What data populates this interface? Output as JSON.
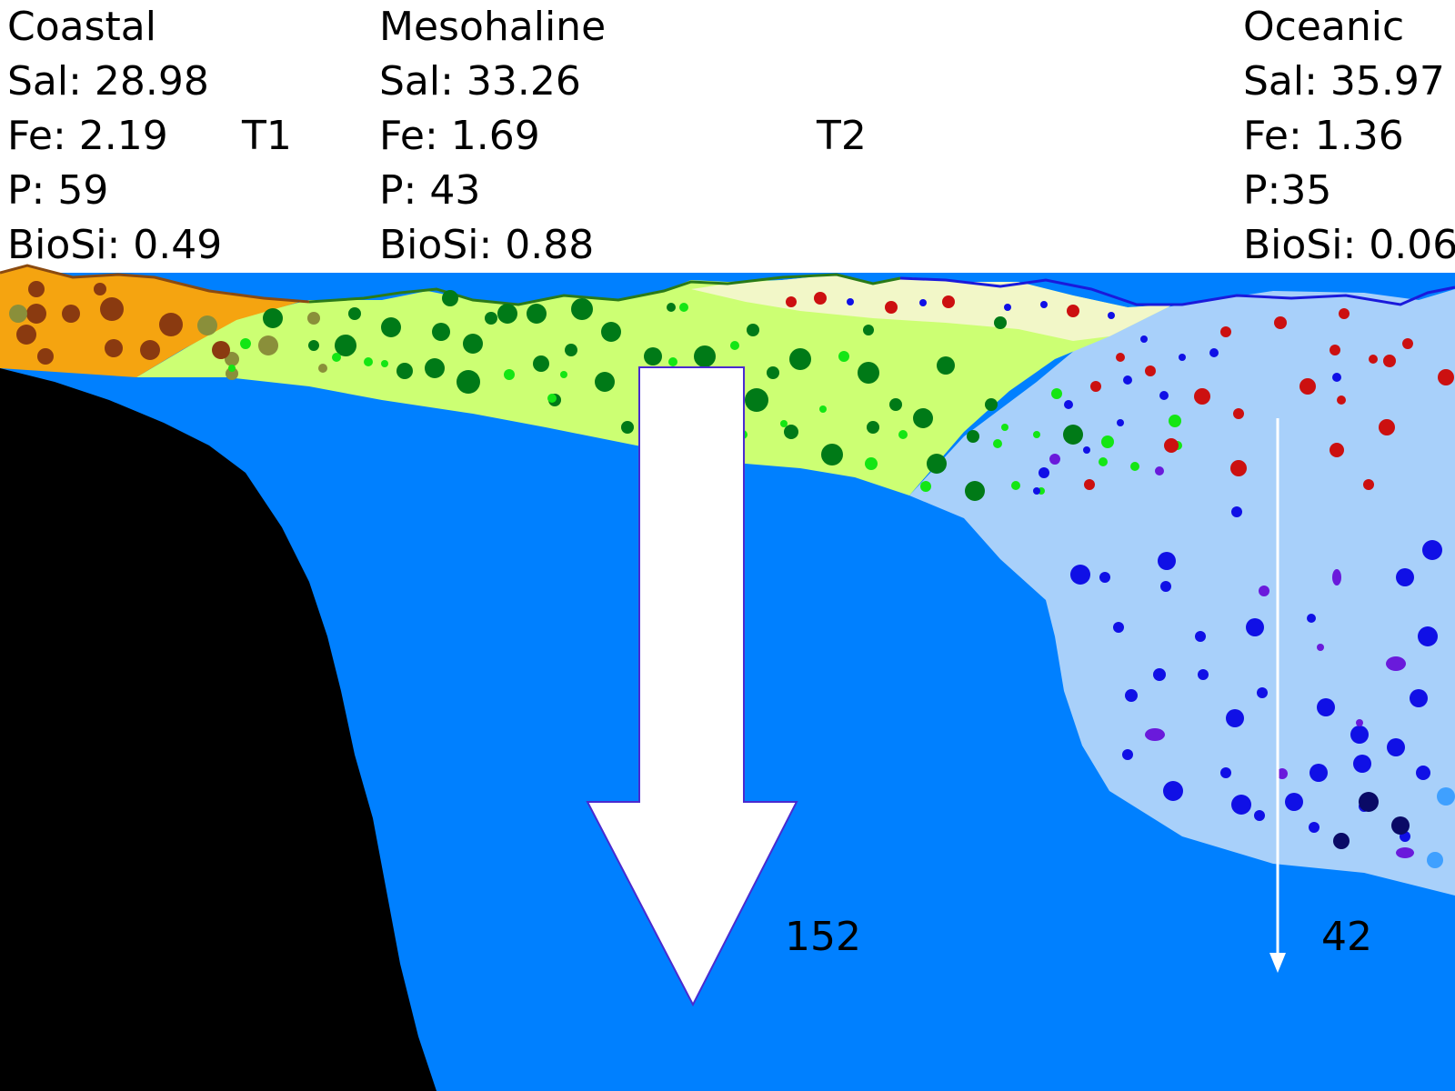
{
  "zones": {
    "coastal": {
      "name": "Coastal",
      "salinity": "Sal: 28.98",
      "fe": "Fe: 2.19",
      "p": "P: 59",
      "biosi": "BioSi: 0.49"
    },
    "mesohaline": {
      "name": "Mesohaline",
      "salinity": "Sal: 33.26",
      "fe": "Fe: 1.69",
      "p": "P: 43",
      "biosi": "BioSi: 0.88"
    },
    "oceanic": {
      "name": "Oceanic",
      "salinity": "Sal: 35.97",
      "fe": "Fe: 1.36",
      "p": "P:35",
      "biosi": "BioSi: 0.06"
    }
  },
  "transitions": {
    "t1": "T1",
    "t2": "T2"
  },
  "export_flux": {
    "large_arrow_value": "152",
    "small_arrow_value": "42"
  },
  "colors": {
    "deep_water": "#0080ff",
    "oceanic_surface": "#a8d0fa",
    "mesohaline_bloom": "#ccff73",
    "coastal_bloom": "#f5a410",
    "t2_transition_band": "#f2f7c8",
    "seafloor": "#000000",
    "oceanic_outline": "#1a1adb",
    "mesohaline_outline": "#2a7a18",
    "coastal_outline": "#8a4a10",
    "dark_green_cells": "#007a17",
    "light_green_cells": "#14e614",
    "olive_cells": "#8a8f3a",
    "brown_cells": "#8a3a10",
    "red_cells": "#cc1010",
    "blue_cells": "#1010e6",
    "purple_cells": "#6a1adb",
    "navy_cells": "#0a0a66",
    "arrow_fill": "#ffffff",
    "arrow_outline": "#4a2ad0"
  },
  "icons": [
    "sinking-flux-arrow",
    "thin-flux-arrow",
    "phytoplankton-cell"
  ]
}
